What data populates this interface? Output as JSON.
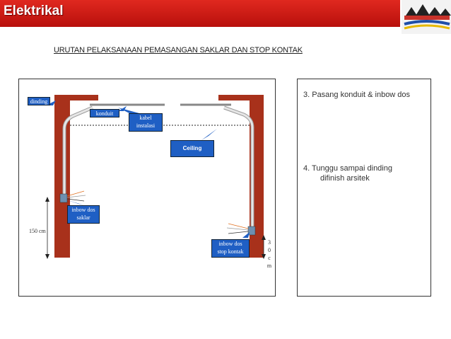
{
  "header": {
    "title": "Elektrikal"
  },
  "subtitle": "URUTAN PELAKSANAAN PEMASANGAN SAKLAR DAN STOP KONTAK",
  "diagram": {
    "labels": {
      "dinding": "dinding",
      "konduit": "konduit",
      "kabel_line1": "kabel",
      "kabel_line2": "instalasi",
      "ceiling": "Ceiling",
      "inbow_saklar_line1": "inbow dos",
      "inbow_saklar_line2": "saklar",
      "inbow_stop_line1": "inbow dos",
      "inbow_stop_line2": "stop kontak",
      "height_150": "150 cm",
      "height_30": [
        "3",
        "0",
        "c",
        "m"
      ]
    },
    "colors": {
      "wall": "#a8311b",
      "label_fill": "#1f5fc4",
      "conduit": "#cfcfcf"
    }
  },
  "steps": {
    "step3": "3. Pasang konduit & inbow dos",
    "step4_line1": "4. Tunggu sampai dinding",
    "step4_line2": "difinish arsitek"
  }
}
